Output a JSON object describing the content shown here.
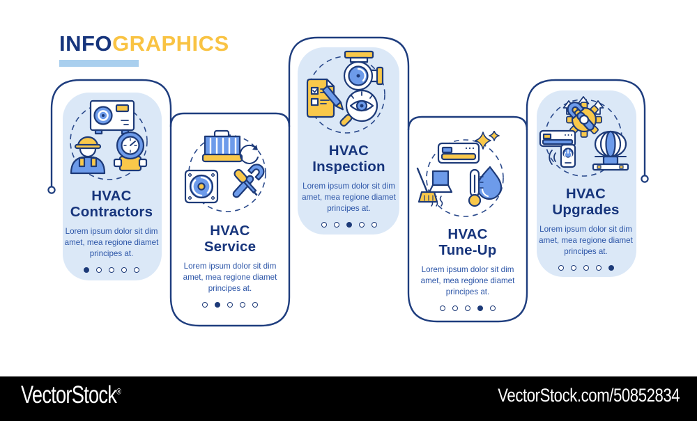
{
  "header": {
    "title_primary": "INFO",
    "title_secondary": "GRAPHICS"
  },
  "colors": {
    "navy_outline": "#1d3a78",
    "title_text": "#17357c",
    "body_text": "#2d56a8",
    "card_fill": "#dbe8f7",
    "icon_blue": "#6d9bea",
    "icon_yellow": "#f9c84a",
    "accent_yellow": "#f9c343",
    "underline_blue": "#a9cfee"
  },
  "cards": [
    {
      "title_top": "HVAC",
      "title_bottom": "Contractors",
      "body": "Lorem ipsum dolor sit dim amet, mea regione diamet principes at.",
      "dots_total": 5,
      "active_dot_index": 0,
      "has_highlight_fill": true,
      "icons": [
        "ac-outdoor-unit",
        "hvac-technician",
        "pressure-gauge"
      ]
    },
    {
      "title_top": "HVAC",
      "title_bottom": "Service",
      "body": "Lorem ipsum dolor sit dim amet, mea regione diamet principes at.",
      "dots_total": 5,
      "active_dot_index": 1,
      "has_highlight_fill": false,
      "icons": [
        "air-filter-replacement",
        "ventilation-fan",
        "wrench-and-screwdriver"
      ]
    },
    {
      "title_top": "HVAC",
      "title_bottom": "Inspection",
      "body": "Lorem ipsum dolor sit dim amet, mea regione diamet principes at.",
      "dots_total": 5,
      "active_dot_index": 2,
      "has_highlight_fill": true,
      "icons": [
        "inspection-checklist",
        "blower-fan",
        "eye-magnifier"
      ]
    },
    {
      "title_top": "HVAC",
      "title_bottom": "Tune-Up",
      "body": "Lorem ipsum dolor sit dim amet, mea regione diamet principes at.",
      "dots_total": 5,
      "active_dot_index": 3,
      "has_highlight_fill": false,
      "icons": [
        "clean-ac-unit-sparkles",
        "duct-cleaning-broom",
        "thermometer-water-drop"
      ]
    },
    {
      "title_top": "HVAC",
      "title_bottom": "Upgrades",
      "body": "Lorem ipsum dolor sit dim amet, mea regione diamet principes at.",
      "dots_total": 5,
      "active_dot_index": 4,
      "has_highlight_fill": true,
      "icons": [
        "gear-wrench-upgrade",
        "smart-ac-remote",
        "turbine-ventilator"
      ]
    }
  ],
  "watermark": {
    "brand": "VectorStock",
    "registered": "®",
    "attribution": "VectorStock.com/50852834"
  }
}
